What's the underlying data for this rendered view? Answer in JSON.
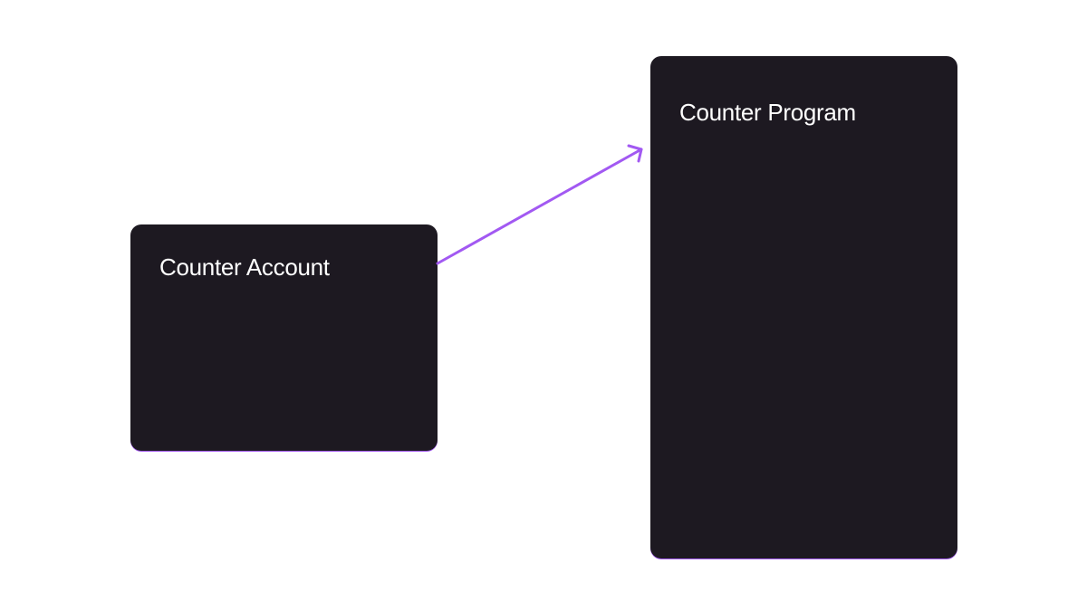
{
  "diagram": {
    "nodes": [
      {
        "id": "counter-account",
        "label": "Counter Account"
      },
      {
        "id": "counter-program",
        "label": "Counter Program"
      }
    ],
    "edges": [
      {
        "from": "counter-account",
        "to": "counter-program",
        "style": "arrow"
      }
    ],
    "colors": {
      "node_fill": "#1d1921",
      "node_text": "#ffffff",
      "edge": "#a259f2",
      "background": "#ffffff"
    }
  }
}
